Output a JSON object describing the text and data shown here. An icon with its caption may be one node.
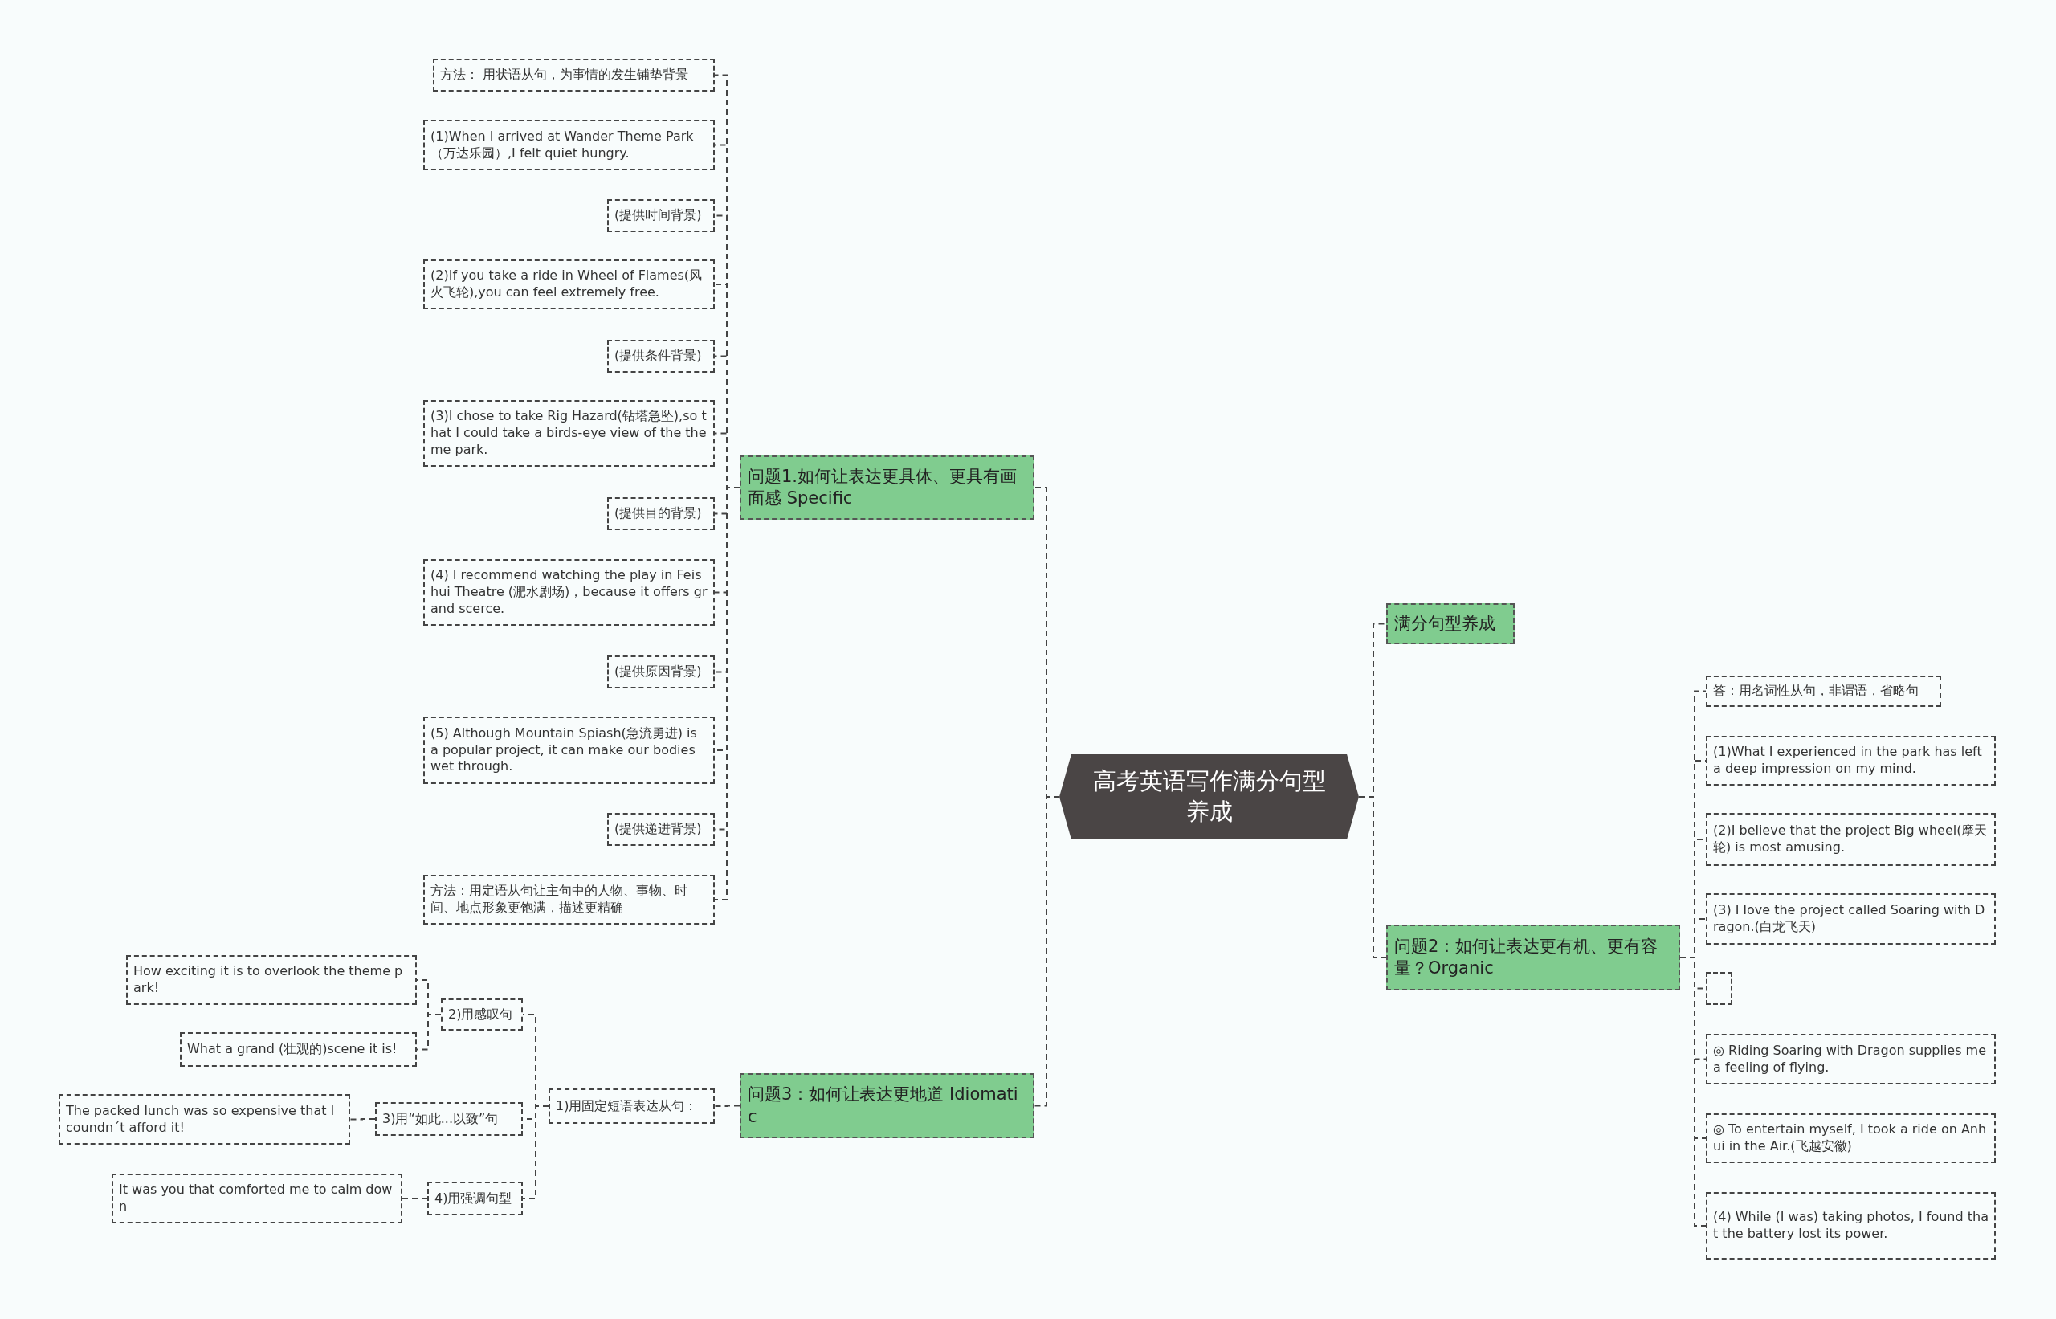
{
  "diagram": {
    "nodes": [
      {
        "text": [
          "高考英语写作满分句型养成"
        ]
      },
      {
        "text": [
          "问题1.如何让表达更具体、更具有画面感 Specific"
        ]
      },
      {
        "text": [
          "方法： 用状语从句，为事情的发生铺垫背景"
        ]
      },
      {
        "text": [
          "(1)When I arrived at Wander Theme Park（万达乐园）,I felt quiet hungry."
        ]
      },
      {
        "text": [
          "(提供时间背景)"
        ]
      },
      {
        "text": [
          "(2)If you take a ride in Wheel of Flames(风火飞轮),you can feel extremely free."
        ]
      },
      {
        "text": [
          "(提供条件背景)"
        ]
      },
      {
        "text": [
          "(3)I chose to take Rig Hazard(钻塔急坠),so that I could take a birds-eye view of the theme park."
        ]
      },
      {
        "text": [
          "(提供目的背景)"
        ]
      },
      {
        "text": [
          "(4) I recommend watching the play in Feishui Theatre (淝水剧场)，because it offers grand scerce."
        ]
      },
      {
        "text": [
          "(提供原因背景)"
        ]
      },
      {
        "text": [
          "(5) Although Mountain Spiash(急流勇进) is a popular project, it can make our bodies wet through."
        ]
      },
      {
        "text": [
          "(提供递进背景)"
        ]
      },
      {
        "text": [
          "方法：用定语从句让主句中的人物、事物、时间、地点形象更饱满，描述更精确"
        ]
      },
      {
        "text": [
          "问题3：如何让表达更地道 Idiomatic"
        ]
      },
      {
        "text": [
          "1)用固定短语表达从句："
        ]
      },
      {
        "text": [
          "2)用感叹句"
        ]
      },
      {
        "text": [
          "How exciting it is to overlook the theme park!"
        ]
      },
      {
        "text": [
          "What a grand (壮观的)scene it is!"
        ]
      },
      {
        "text": [
          "3)用“如此...以致”句"
        ]
      },
      {
        "text": [
          "The packed lunch was so expensive that I coundn´t afford it!"
        ]
      },
      {
        "text": [
          "4)用强调句型"
        ]
      },
      {
        "text": [
          "It was you that comforted me to calm down"
        ]
      },
      {
        "text": [
          "满分句型养成"
        ]
      },
      {
        "text": [
          "问题2：如何让表达更有机、更有容量？Organic"
        ]
      },
      {
        "text": [
          "答：用名词性从句，非谓语，省略句"
        ]
      },
      {
        "text": [
          "(1)What I experienced in the park has left a deep impression on my mind."
        ]
      },
      {
        "text": [
          "(2)I believe that the project Big wheel(摩天轮) is most amusing."
        ]
      },
      {
        "text": [
          "(3) I love the project called Soaring with Dragon.(白龙飞天)"
        ]
      },
      {
        "text": [],
        "shape": "box"
      },
      {
        "text": [
          "◎ Riding Soaring with Dragon supplies me a feeling of flying."
        ]
      },
      {
        "text": [
          "◎ To entertain myself, I took a ride on Anhui in the Air.(飞越安徽)"
        ]
      },
      {
        "text": [
          "(4) While (I was) taking photos, I found that the battery lost its power."
        ]
      }
    ],
    "edges": [
      {
        "from": 0,
        "to": 1,
        "arrow": "none"
      },
      {
        "from": 0,
        "to": 14,
        "arrow": "none"
      },
      {
        "from": 0,
        "to": 23,
        "arrow": "none"
      },
      {
        "from": 0,
        "to": 24,
        "arrow": "none"
      },
      {
        "from": 1,
        "to": 2,
        "arrow": "none"
      },
      {
        "from": 1,
        "to": 3,
        "arrow": "none"
      },
      {
        "from": 1,
        "to": 4,
        "arrow": "none"
      },
      {
        "from": 1,
        "to": 5,
        "arrow": "none"
      },
      {
        "from": 1,
        "to": 6,
        "arrow": "none"
      },
      {
        "from": 1,
        "to": 7,
        "arrow": "none"
      },
      {
        "from": 1,
        "to": 8,
        "arrow": "none"
      },
      {
        "from": 1,
        "to": 9,
        "arrow": "none"
      },
      {
        "from": 1,
        "to": 10,
        "arrow": "none"
      },
      {
        "from": 1,
        "to": 11,
        "arrow": "none"
      },
      {
        "from": 1,
        "to": 12,
        "arrow": "none"
      },
      {
        "from": 1,
        "to": 13,
        "arrow": "none"
      },
      {
        "from": 14,
        "to": 15,
        "arrow": "none"
      },
      {
        "from": 15,
        "to": 16,
        "arrow": "none"
      },
      {
        "from": 15,
        "to": 19,
        "arrow": "none"
      },
      {
        "from": 15,
        "to": 21,
        "arrow": "none"
      },
      {
        "from": 16,
        "to": 17,
        "arrow": "none"
      },
      {
        "from": 16,
        "to": 18,
        "arrow": "none"
      },
      {
        "from": 19,
        "to": 20,
        "arrow": "none"
      },
      {
        "from": 21,
        "to": 22,
        "arrow": "none"
      },
      {
        "from": 24,
        "to": 25,
        "arrow": "none"
      },
      {
        "from": 24,
        "to": 26,
        "arrow": "none"
      },
      {
        "from": 24,
        "to": 27,
        "arrow": "none"
      },
      {
        "from": 24,
        "to": 28,
        "arrow": "none"
      },
      {
        "from": 24,
        "to": 29,
        "arrow": "none"
      },
      {
        "from": 24,
        "to": 30,
        "arrow": "none"
      },
      {
        "from": 24,
        "to": 31,
        "arrow": "none"
      },
      {
        "from": 24,
        "to": 32,
        "arrow": "none"
      }
    ]
  }
}
